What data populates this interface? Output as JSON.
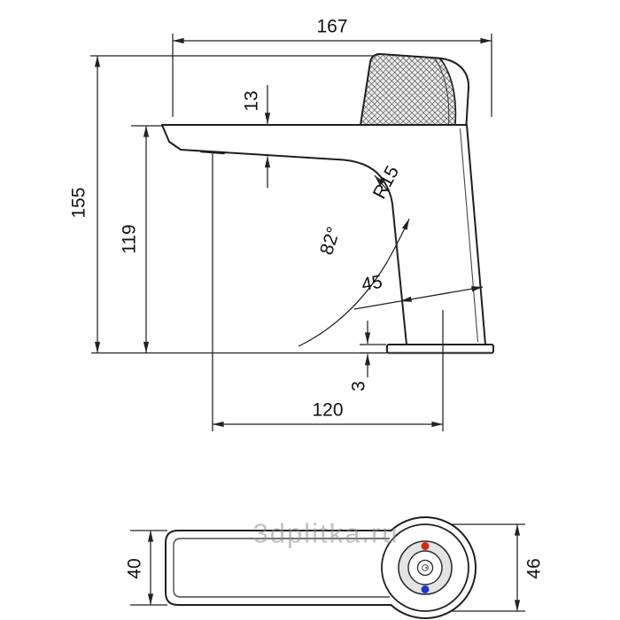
{
  "watermark": {
    "text": "3dplitka.ru"
  },
  "colors": {
    "line": "#1f1f1f",
    "dimension": "#222222",
    "hot_indicator": "#cf2a1a",
    "cold_indicator": "#2038c8",
    "watermark": "#8f8f8f"
  },
  "front_view": {
    "dims": {
      "overall_length": "167",
      "spout_thickness": "13",
      "overall_height": "155",
      "spout_height": "119",
      "spout_radius": "R15",
      "body_angle": "82°",
      "body_width": "45",
      "base_thickness": "3",
      "spout_reach": "120"
    }
  },
  "top_view": {
    "dims": {
      "body_width": "40",
      "handle_diameter": "46"
    }
  }
}
